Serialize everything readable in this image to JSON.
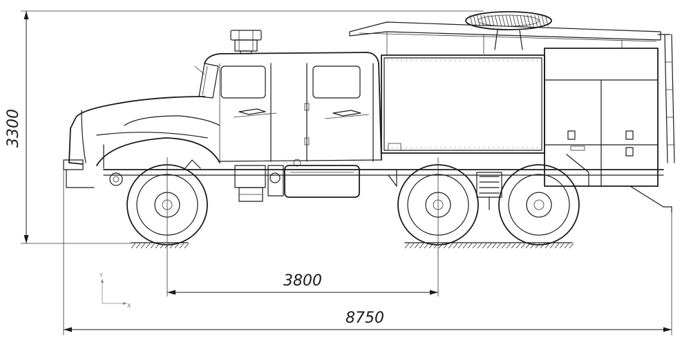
{
  "dimensions": {
    "height": "3300",
    "wheelbase": "3800",
    "overall_length": "8750"
  },
  "axes": {
    "y_label": "Y",
    "x_label": "X"
  }
}
